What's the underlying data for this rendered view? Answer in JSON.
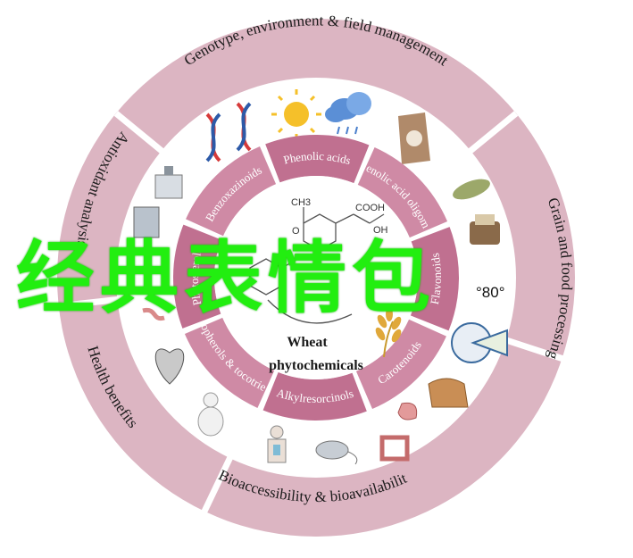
{
  "diagram": {
    "outer_ring": [
      "Genotype, environment & field management",
      "Grain and food processing",
      "Bioaccessibility & bioavailability",
      "Health benefits",
      "Antioxidant analysis"
    ],
    "inner_ring": [
      "Phenolic acids",
      "Phenolic acid oligomers",
      "Flavonoids",
      "Carotenoids",
      "Alkylresorcinols",
      "Tocopherols & tocotrienols",
      "Phytosterols",
      "Benzoxazinoids"
    ],
    "center": {
      "title_line1": "Wheat",
      "title_line2": "phytochemicals"
    },
    "molecule_labels": {
      "ch3": "CH3",
      "o": "O",
      "oh": "OH",
      "cooh": "COOH"
    },
    "side_text": "°80°",
    "colors": {
      "outer_ring": "#dcb5c2",
      "outer_stroke": "#ffffff",
      "inner_ring": "#c07090",
      "inner_ring_light": "#cf8aa5",
      "center_fill": "#ffffff",
      "overlay_green": "#22ee10"
    }
  },
  "overlay": {
    "text": "经典表情包"
  }
}
